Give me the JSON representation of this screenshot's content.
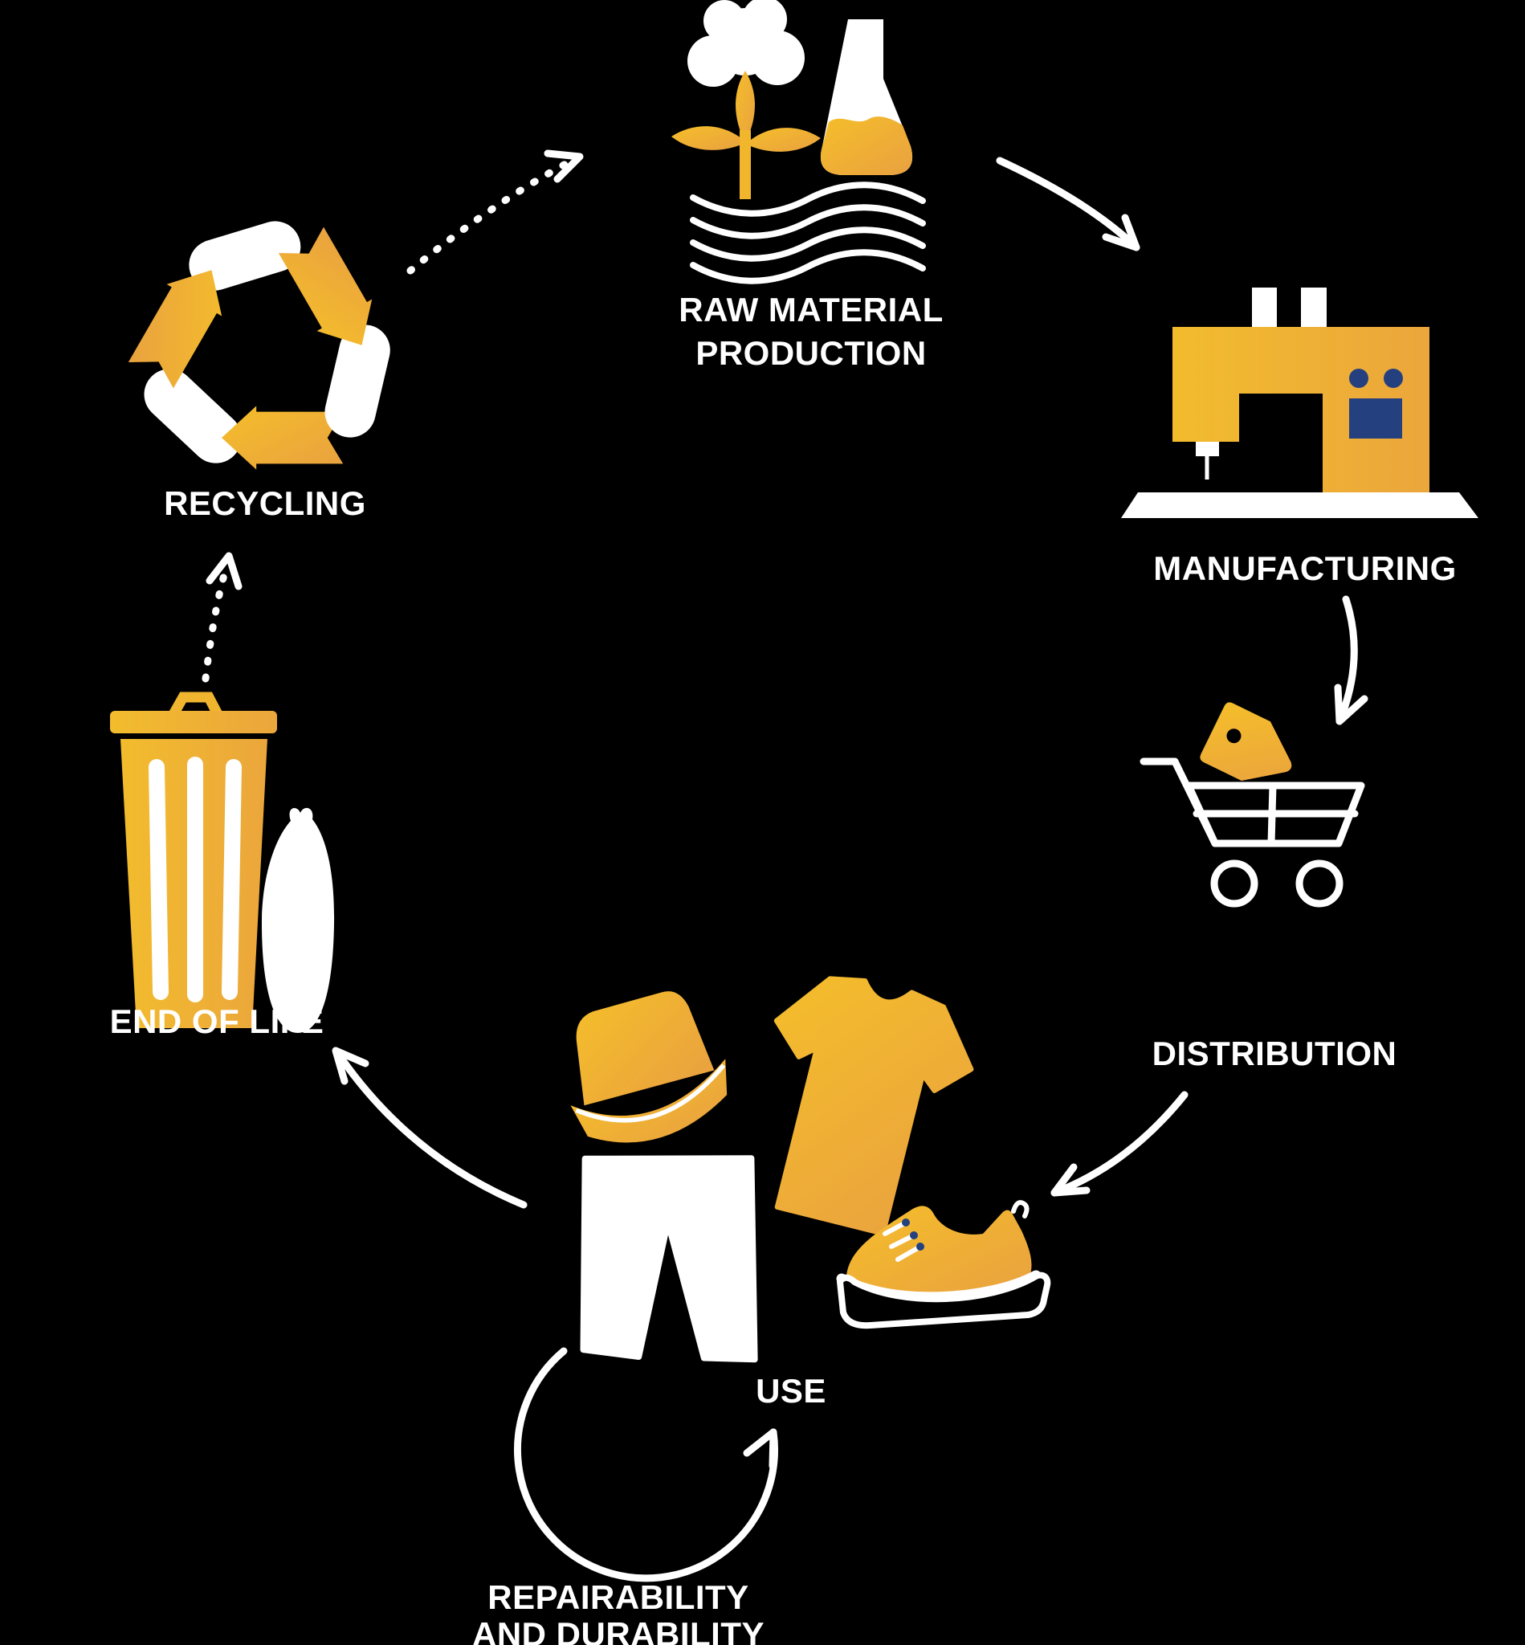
{
  "diagram": {
    "name": "textile-product-lifecycle-diagram",
    "colors": {
      "background": "#000000",
      "yellow": "#F2B62C",
      "orange": "#E9A140",
      "white": "#FFFFFF",
      "navy": "#24407F"
    },
    "stages": {
      "raw_material": {
        "label_line1": "RAW MATERIAL",
        "label_line2": "PRODUCTION",
        "icon": "cotton-plant-flask-field-icon"
      },
      "manufacturing": {
        "label": "MANUFACTURING",
        "icon": "sewing-machine-icon"
      },
      "distribution": {
        "label": "DISTRIBUTION",
        "icon": "shopping-cart-price-tag-icon"
      },
      "use": {
        "label": "USE",
        "icon": "clothing-items-icon"
      },
      "repairability": {
        "label_line1": "REPAIRABILITY",
        "label_line2": "AND DURABILITY",
        "icon": "loop-arrow-icon"
      },
      "end_of_life": {
        "label": "END OF LIFE",
        "icon": "trash-can-bag-icon"
      },
      "recycling": {
        "label": "RECYCLING",
        "icon": "recycling-arrows-icon"
      }
    },
    "connections": [
      {
        "from": "raw_material",
        "to": "manufacturing",
        "style": "solid"
      },
      {
        "from": "manufacturing",
        "to": "distribution",
        "style": "solid"
      },
      {
        "from": "distribution",
        "to": "use",
        "style": "solid"
      },
      {
        "from": "use",
        "to": "end_of_life",
        "style": "solid"
      },
      {
        "from": "end_of_life",
        "to": "recycling",
        "style": "dotted"
      },
      {
        "from": "recycling",
        "to": "raw_material",
        "style": "dotted"
      },
      {
        "from": "repairability",
        "to": "use",
        "style": "loop"
      }
    ]
  }
}
